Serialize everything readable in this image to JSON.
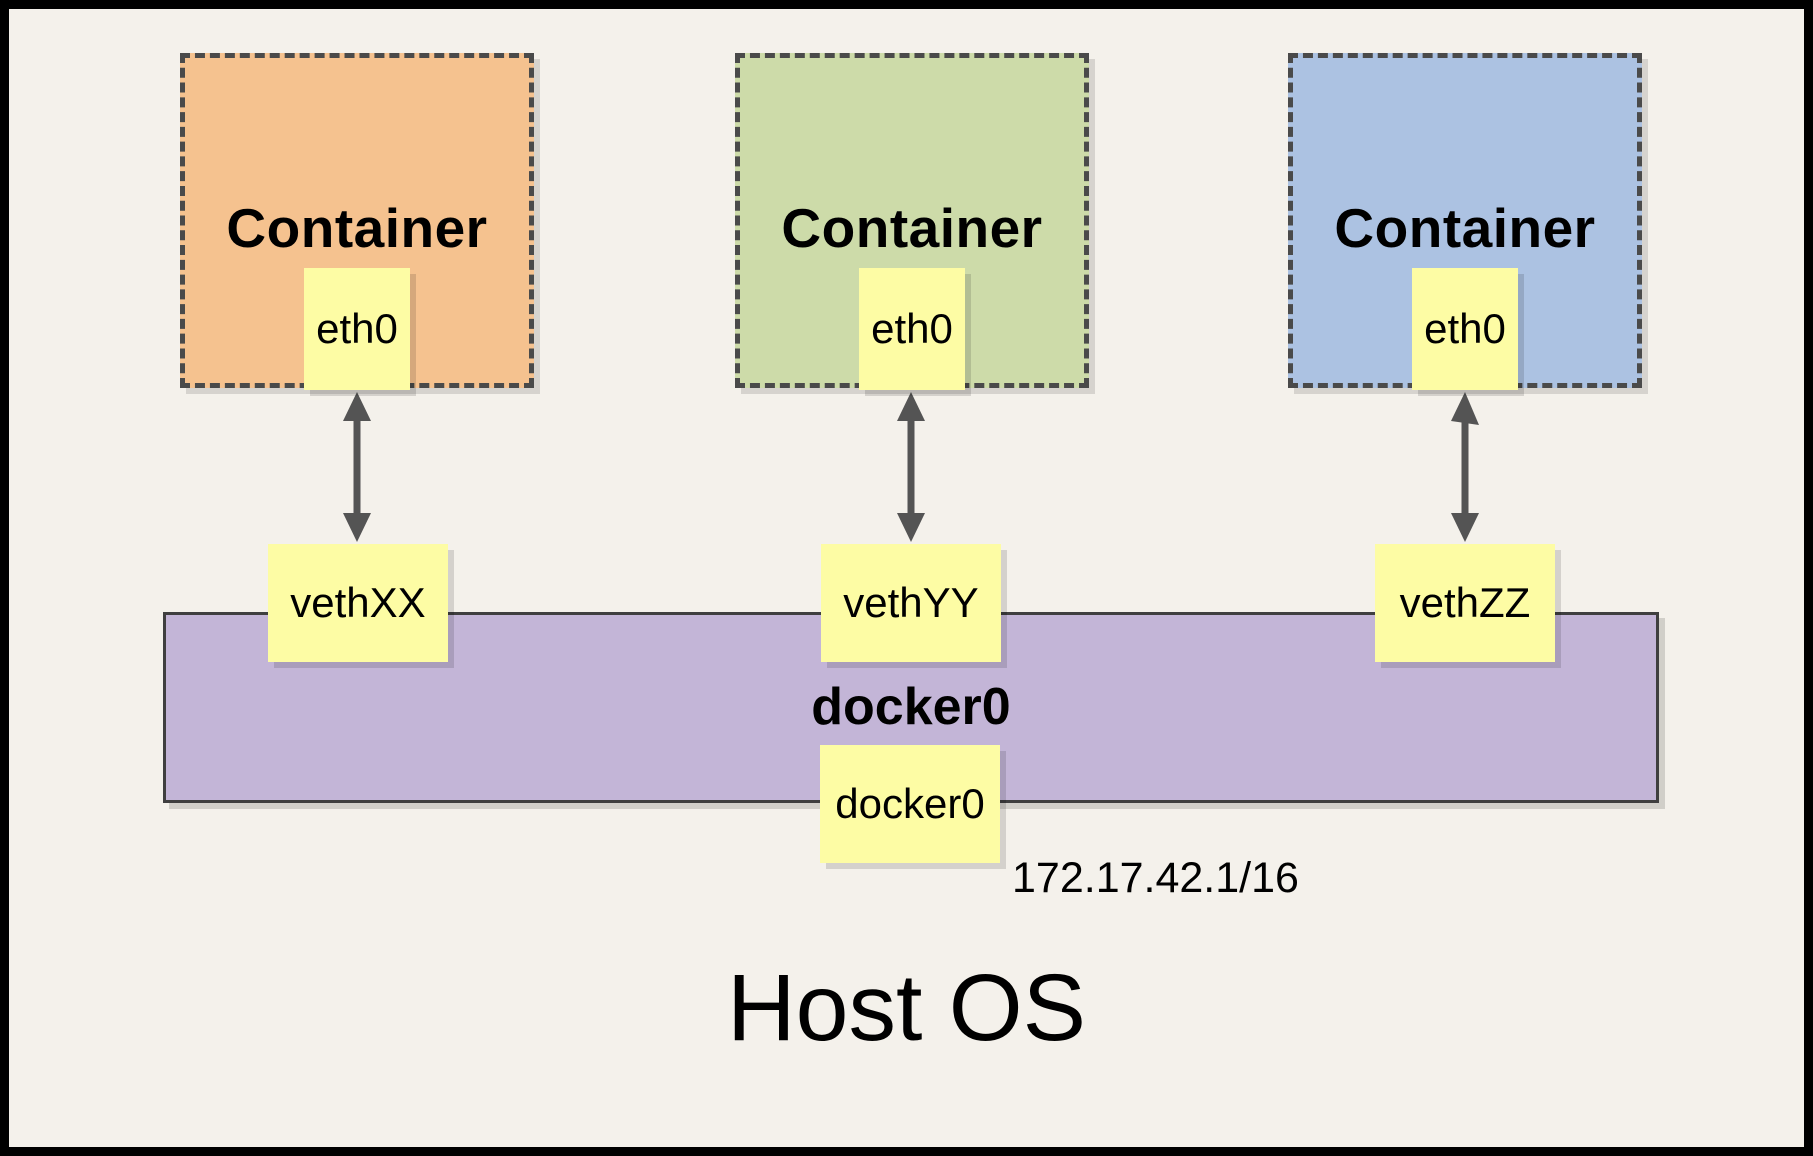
{
  "colors": {
    "canvas-bg": "#F4F1EB",
    "container-orange": "#F5C28F",
    "container-green": "#CDDBA9",
    "container-blue": "#ACC2E2",
    "chip-yellow": "#FDFCA4",
    "bridge-purple": "#C3B5D7",
    "line-dark": "#4A4A4A",
    "arrow-gray": "#545454",
    "frame-border": "#000000"
  },
  "containers": [
    {
      "title": "Container",
      "iface": "eth0",
      "veth": "vethXX"
    },
    {
      "title": "Container",
      "iface": "eth0",
      "veth": "vethYY"
    },
    {
      "title": "Container",
      "iface": "eth0",
      "veth": "vethZZ"
    }
  ],
  "bridge": {
    "name": "docker0",
    "iface": "docker0",
    "ip": "172.17.42.1/16"
  },
  "host": {
    "label": "Host OS"
  }
}
